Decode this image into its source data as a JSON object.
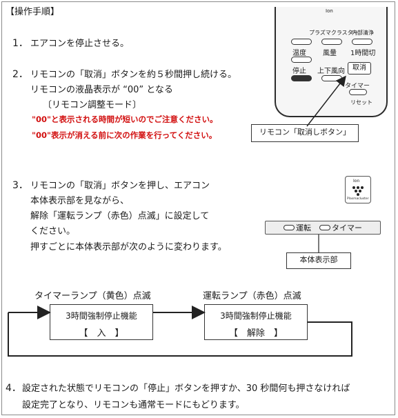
{
  "header": "【操作手順】",
  "steps": [
    {
      "num": "1．",
      "lines": [
        "エアコンを停止させる。"
      ]
    },
    {
      "num": "2．",
      "lines": [
        "リモコンの「取消」ボタンを約５秒間押し続ける。",
        "リモコンの液晶表示が “00” となる",
        "〔リモコン調整モード〕"
      ],
      "warnings": [
        "\"00\"と表示される時間が短いのでご注意ください。",
        "\"00\"表示が消える前に次の作業を行ってください。"
      ]
    },
    {
      "num": "3．",
      "lines": [
        "リモコンの「取消」ボタンを押し、エアコン",
        "本体表示部を見ながら、",
        "解除「運転ランプ（赤色）点滅」に設定して",
        "ください。",
        "押すごとに本体表示部が次のように変わります。"
      ]
    },
    {
      "num": "4．",
      "lines": [
        "設定された状態でリモコンの「停止」ボタンを押すか、30 秒間何も押さなければ",
        "設定完了となり、リモコンも通常モードにもどります。"
      ]
    }
  ],
  "remote": {
    "brand": "Ion",
    "top_labels": [
      "プラズマクラスター",
      "内部清浄"
    ],
    "row1": [
      "温度",
      "風量",
      "1時間切"
    ],
    "row2": [
      "停止",
      "上下風向",
      "取消"
    ],
    "timer": "タイマー",
    "reset": "リセット",
    "callout": "リモコン「取消しボタン」"
  },
  "unit": {
    "logo_text": "Ion",
    "logo_sub": "Plasmacluster",
    "panel": [
      "運転",
      "タイマー"
    ],
    "panel_label": "本体表示部"
  },
  "cycle": {
    "left_caption": "タイマーランプ（黄色）点滅",
    "right_caption": "運転ランプ（赤色）点滅",
    "left_box": [
      "3時間強制停止機能",
      "【　入　】"
    ],
    "right_box": [
      "3時間強制停止機能",
      "【　解除　】"
    ]
  }
}
